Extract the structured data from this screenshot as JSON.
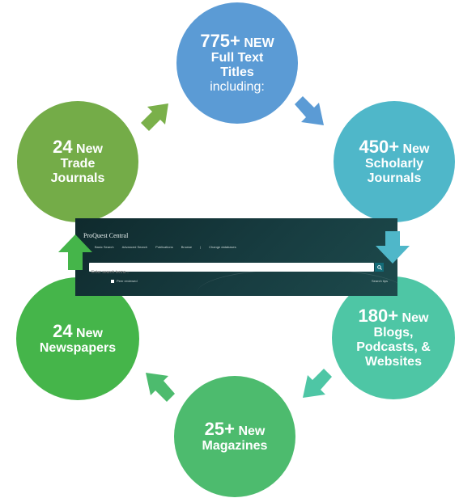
{
  "circles": {
    "top": {
      "value": "775+",
      "word": "NEW",
      "line1": "Full Text",
      "line2": "Titles",
      "line3": "including:"
    },
    "scholarly": {
      "value": "450+",
      "word": "New",
      "line1": "Scholarly",
      "line2": "Journals"
    },
    "blogs": {
      "value": "180+",
      "word": "New",
      "line1": "Blogs,",
      "line2": "Podcasts, &",
      "line3": "Websites"
    },
    "magazines": {
      "value": "25+",
      "word": "New",
      "line1": "Magazines"
    },
    "newspapers": {
      "value": "24",
      "word": "New",
      "line1": "Newspapers"
    },
    "trade": {
      "value": "24",
      "word": "New",
      "line1": "Trade",
      "line2": "Journals"
    }
  },
  "screenshot": {
    "brand": "ProQuest Central",
    "nav": [
      "Basic Search",
      "Advanced Search",
      "Publications",
      "Browse",
      "|",
      "Change databases"
    ],
    "search_placeholder": "Enter search terms...",
    "peer_reviewed": "Peer reviewed",
    "search_tips": "Search tips"
  },
  "colors": {
    "top": "#5b9bd5",
    "scholarly": "#4fb7c9",
    "blogs": "#4ec6a5",
    "magazines": "#4dbb6e",
    "newspapers": "#45b54a",
    "trade": "#74ac48"
  }
}
